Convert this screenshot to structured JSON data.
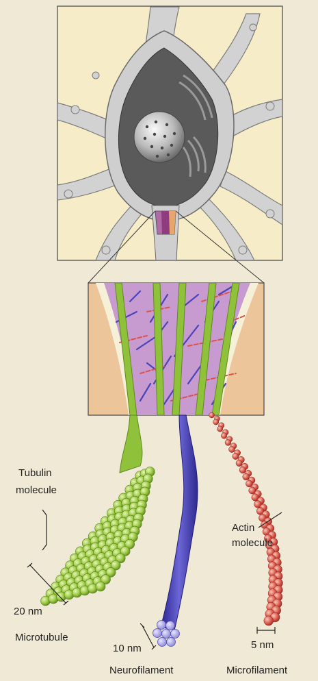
{
  "labels": {
    "tubulin_line1": "Tubulin",
    "tubulin_line2": "molecule",
    "actin_line1": "Actin",
    "actin_line2": "molecule",
    "microtubule_size": "20 nm",
    "microtubule": "Microtubule",
    "neurofilament_size": "10 nm",
    "neurofilament": "Neurofilament",
    "microfilament_size": "5 nm",
    "microfilament": "Microfilament"
  },
  "colors": {
    "background": "#efe9d6",
    "neuron_panel": "#f6edc8",
    "neuron_gray": "#cfcfcf",
    "microtubule_green": "#8fc23a",
    "neurofilament_blue": "#4a44b8",
    "microfilament_red": "#d9534a",
    "axon_purple": "#c79ad0",
    "cytoplasm_tan": "#edc59a"
  }
}
